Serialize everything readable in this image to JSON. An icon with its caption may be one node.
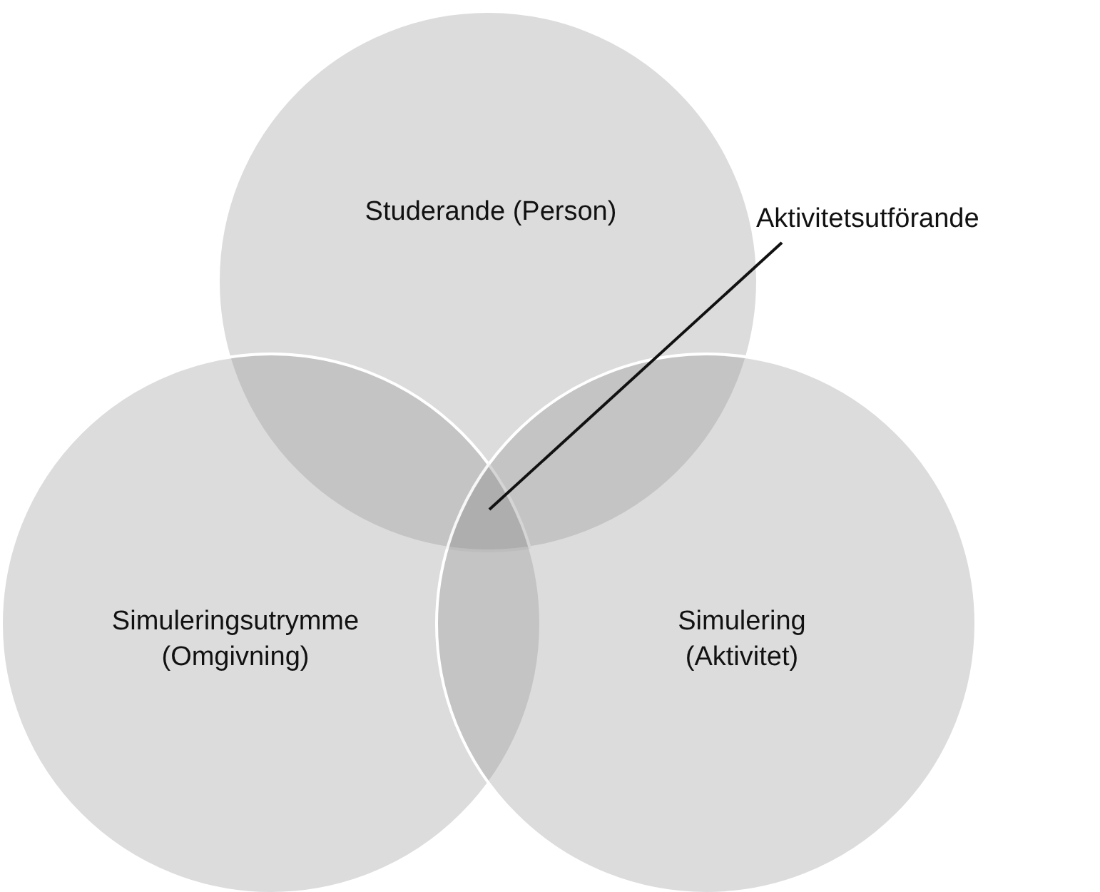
{
  "diagram": {
    "nodes": [
      {
        "text": [
          "Studerande (Person)"
        ]
      },
      {
        "text": [
          "Simuleringsutrymme (Omgivning)"
        ]
      },
      {
        "text": [
          "Simulering (Aktivitet)"
        ]
      },
      {
        "text": [
          "Aktivitetsutförande"
        ]
      },
      {
        "text": [],
        "shape": "circle"
      }
    ],
    "edges": [
      {
        "from": 3,
        "to": 4,
        "arrow": "none"
      }
    ]
  }
}
